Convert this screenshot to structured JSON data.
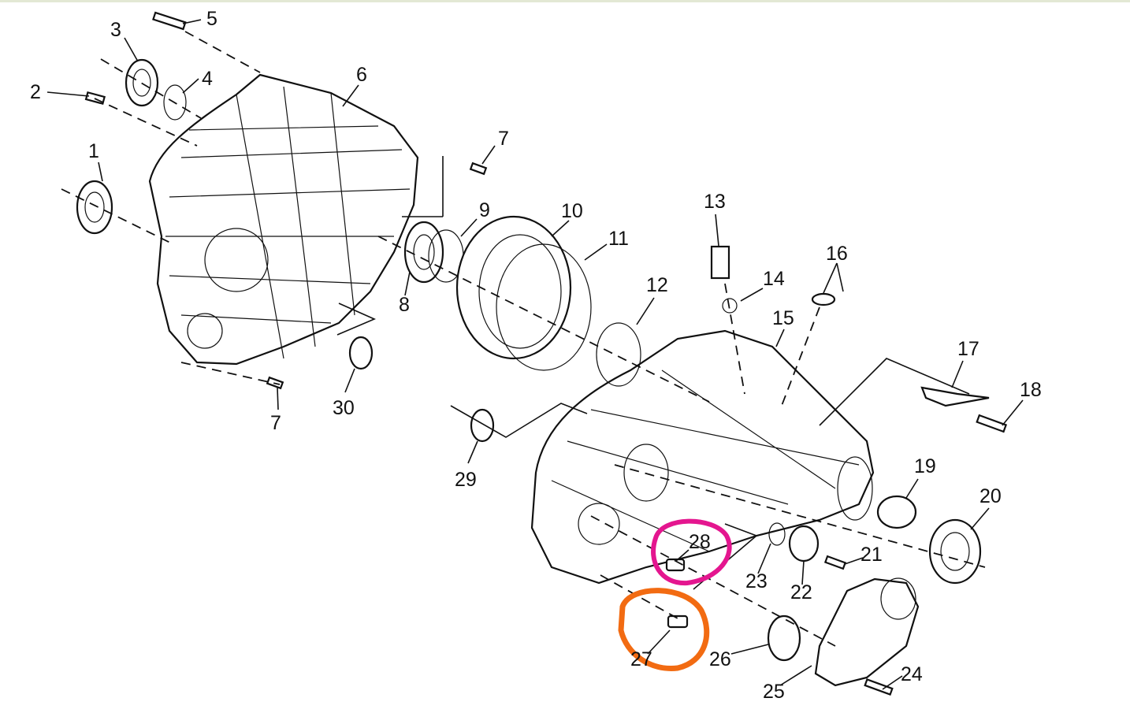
{
  "labels": [
    "1",
    "2",
    "3",
    "4",
    "5",
    "6",
    "7",
    "7",
    "8",
    "9",
    "10",
    "11",
    "12",
    "13",
    "14",
    "15",
    "16",
    "17",
    "18",
    "19",
    "20",
    "21",
    "22",
    "23",
    "24",
    "25",
    "26",
    "27",
    "28",
    "29",
    "30"
  ],
  "highlights": {
    "magenta": {
      "color": "#e4168f"
    },
    "orange": {
      "color": "#f26b12"
    }
  },
  "colors": {
    "line": "#111111",
    "background": "#ffffff"
  }
}
